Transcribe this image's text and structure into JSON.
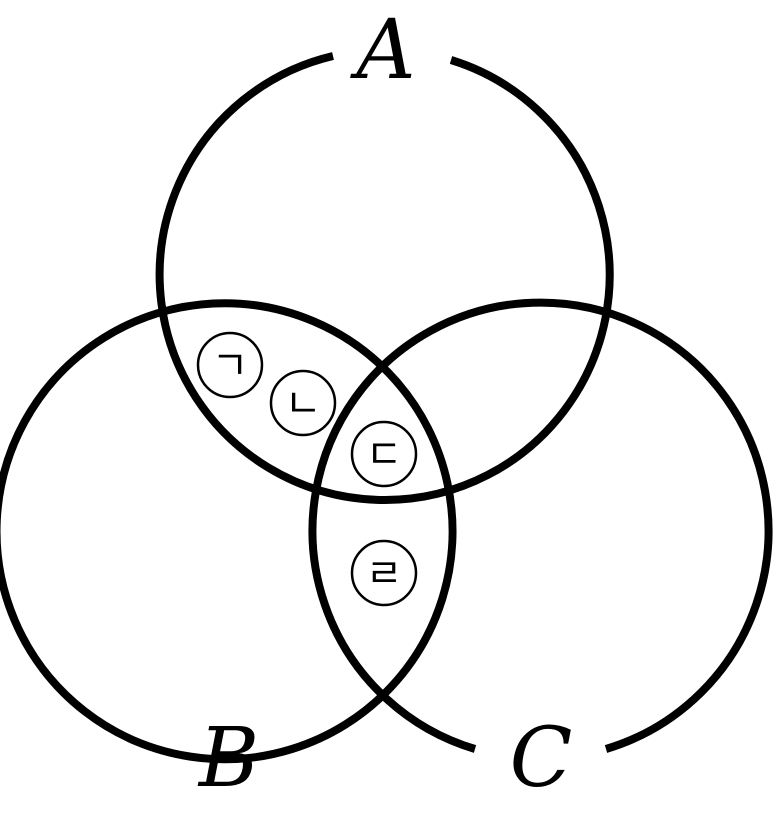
{
  "sets": {
    "a": {
      "label": "A"
    },
    "b": {
      "label": "B"
    },
    "c": {
      "label": "C"
    }
  },
  "regions": [
    {
      "label": "ㄱ"
    },
    {
      "label": "ㄴ"
    },
    {
      "label": "ㄷ"
    },
    {
      "label": "ㄹ"
    }
  ],
  "colors": {
    "stroke": "#000000",
    "background": "#ffffff"
  }
}
